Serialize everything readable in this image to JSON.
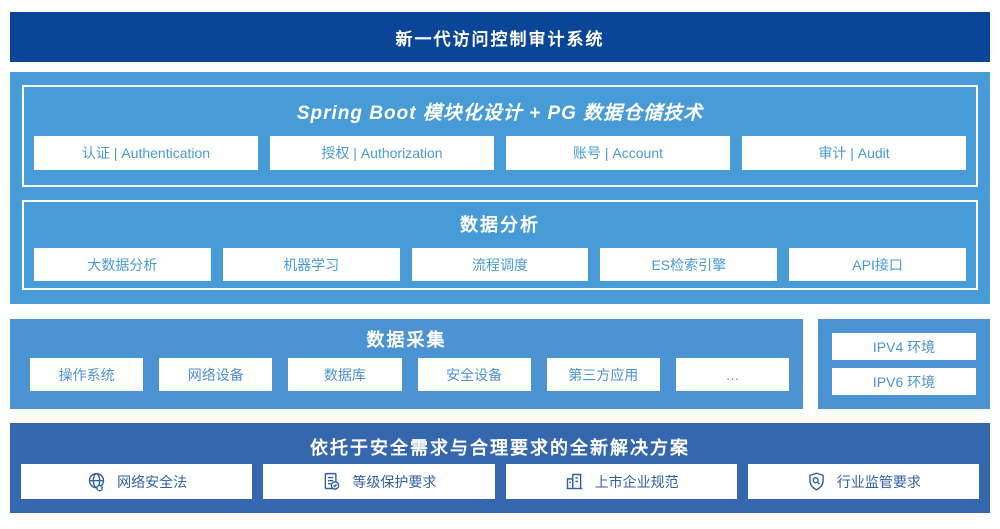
{
  "colors": {
    "banner": "#0a4598",
    "platform": "#479cd8",
    "collect": "#4b93d3",
    "solution": "#3567ae",
    "boxTextLight": "#479cd8",
    "boxTextCollect": "#4b93d3",
    "boxTextDark": "#2e62a7"
  },
  "header": {
    "title": "新一代访问控制审计系统"
  },
  "platform": {
    "modules": {
      "title": "Spring Boot 模块化设计 + PG 数据仓储技术",
      "items": [
        "认证 | Authentication",
        "授权 | Authorization",
        "账号 | Account",
        "审计 | Audit"
      ]
    },
    "analysis": {
      "title": "数据分析",
      "items": [
        "大数据分析",
        "机器学习",
        "流程调度",
        "ES检索引擎",
        "API接口"
      ]
    }
  },
  "collection": {
    "title": "数据采集",
    "items": [
      "操作系统",
      "网络设备",
      "数据库",
      "安全设备",
      "第三方应用",
      "…"
    ]
  },
  "environment": {
    "items": [
      "IPV4 环境",
      "IPV6 环境"
    ]
  },
  "solution": {
    "title": "依托于安全需求与合理要求的全新解决方案",
    "items": [
      {
        "icon": "globe-icon",
        "label": "网络安全法"
      },
      {
        "icon": "document-check-icon",
        "label": "等级保护要求"
      },
      {
        "icon": "building-icon",
        "label": "上市企业规范"
      },
      {
        "icon": "shield-search-icon",
        "label": "行业监管要求"
      }
    ]
  }
}
